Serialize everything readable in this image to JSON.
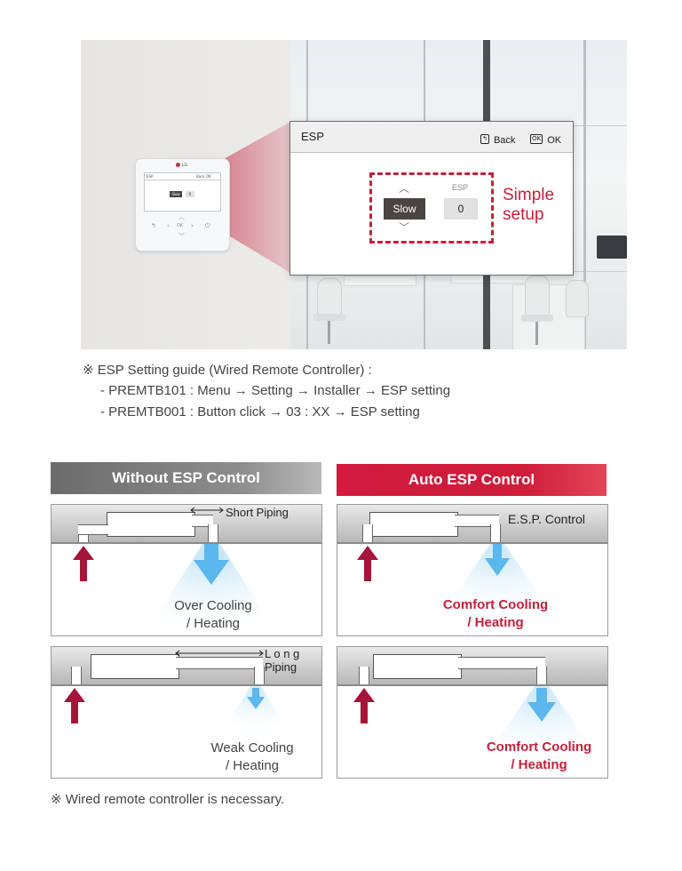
{
  "scene": {
    "remote": {
      "brand": "LG",
      "screen_title": "ESP",
      "screen_nav": "Back OK",
      "mode": "Slow",
      "value": "0",
      "ok_key": "OK"
    },
    "panel": {
      "title": "ESP",
      "back_key_icon": "back-key-icon",
      "back_label": "Back",
      "ok_key": "OK",
      "ok_label": "OK",
      "mode_value": "Slow",
      "esp_label": "ESP",
      "esp_value": "0",
      "callout_line1": "Simple",
      "callout_line2": "setup"
    }
  },
  "notes": {
    "guide_title": "※ ESP Setting guide (Wired Remote Controller) :",
    "guide_line1": "- PREMTB101 : Menu → Setting → Installer → ESP setting",
    "guide_line2": "- PREMTB001 : Button click → 03 : XX → ESP setting",
    "footer": "※ Wired remote controller is necessary."
  },
  "comparison": {
    "left_header": "Without ESP Control",
    "right_header": "Auto ESP Control",
    "left_top": {
      "pipe_label": "Short Piping",
      "caption_1": "Over Cooling",
      "caption_2": "/ Heating"
    },
    "left_bottom": {
      "pipe_label_1": "L o n g",
      "pipe_label_2": "Piping",
      "caption_1": "Weak Cooling",
      "caption_2": "/ Heating"
    },
    "right_top": {
      "label": "E.S.P. Control",
      "caption_1": "Comfort Cooling",
      "caption_2": "/ Heating"
    },
    "right_bottom": {
      "caption_1": "Comfort Cooling",
      "caption_2": "/ Heating"
    }
  },
  "colors": {
    "accent_red": "#c4203a",
    "return_arrow": "#a4153a",
    "supply_arrow": "#5bb7ec",
    "header_gray": "#7a7a7a"
  }
}
